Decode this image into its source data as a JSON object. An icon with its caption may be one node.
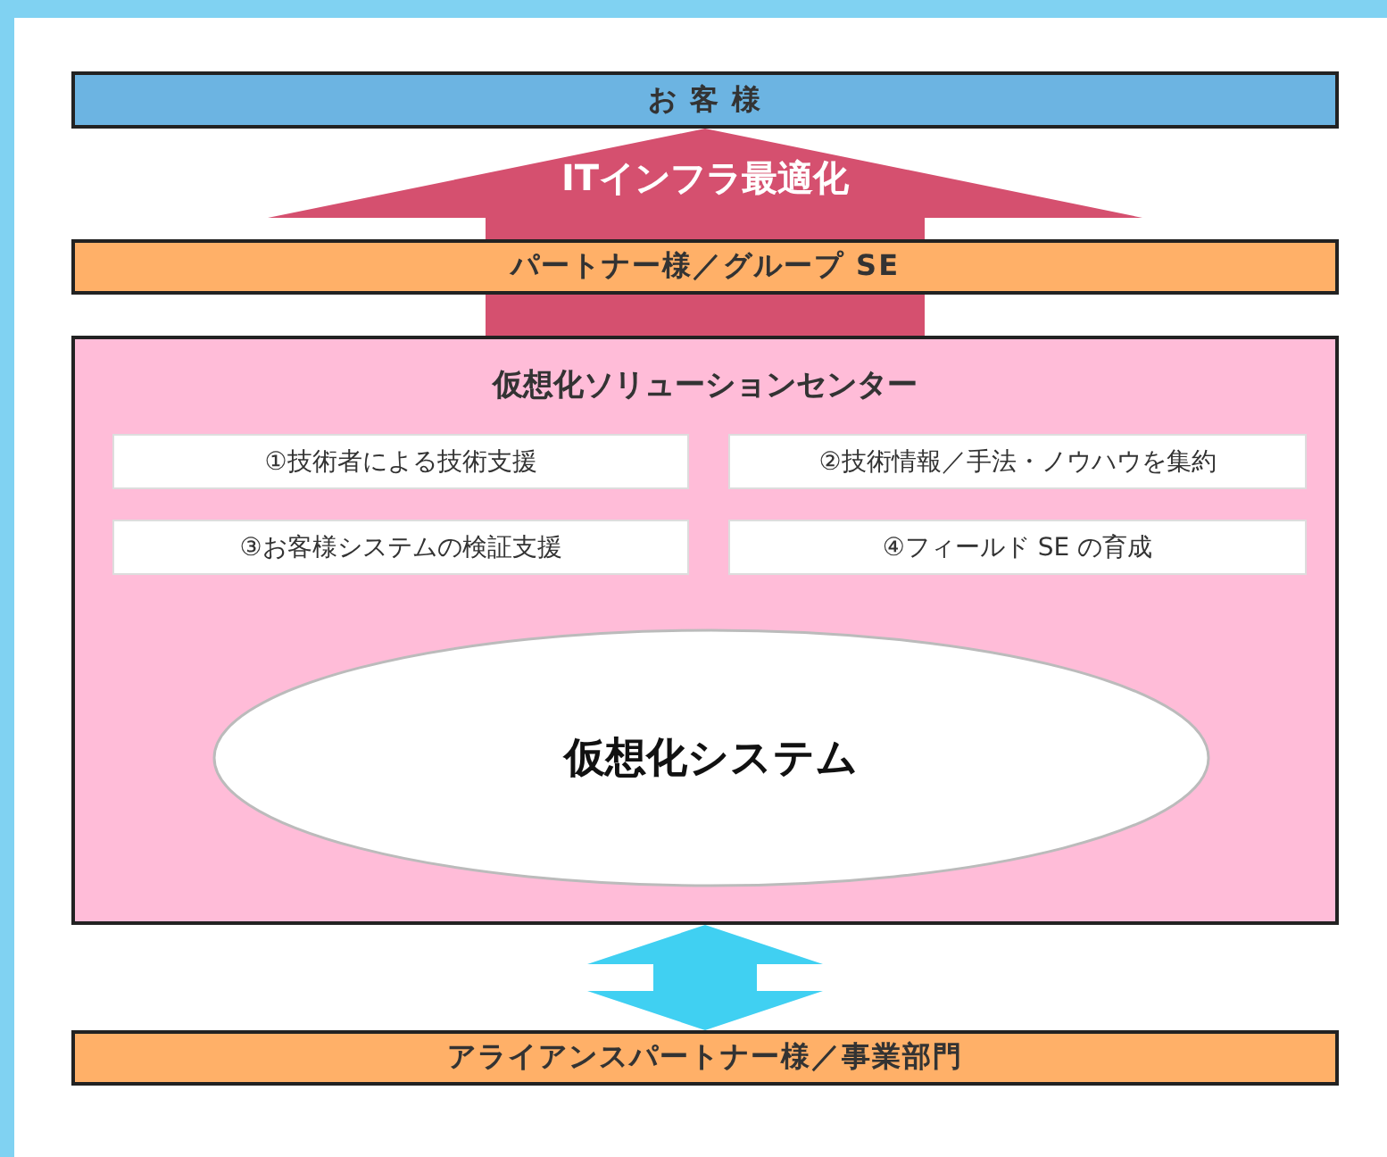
{
  "diagram": {
    "nodes": [
      {
        "text": [
          "お 客 様"
        ]
      },
      {
        "text": [
          "パートナー様／グループ SE"
        ]
      },
      {
        "text": [
          "仮想化ソリューションセンター"
        ]
      },
      {
        "text": [
          "①技術者による技術支援"
        ],
        "in": 2
      },
      {
        "text": [
          "②技術情報／手法・ノウハウを集約"
        ],
        "in": 2
      },
      {
        "text": [
          "③お客様システムの検証支援"
        ],
        "in": 2
      },
      {
        "text": [
          "④フィールド SE の育成"
        ],
        "in": 2
      },
      {
        "text": [
          "仮想化システム"
        ],
        "in": 2
      },
      {
        "text": [
          "アライアンスパートナー様／事業部門"
        ]
      }
    ],
    "edges": [
      {
        "from": 2,
        "to": 0,
        "arrow": "to",
        "label": "ITインフラ最適化",
        "style": "thick",
        "color": "#d5506f"
      },
      {
        "from": 2,
        "to": 8,
        "arrow": "both",
        "style": "thick",
        "color": "#40d0f2"
      }
    ]
  }
}
